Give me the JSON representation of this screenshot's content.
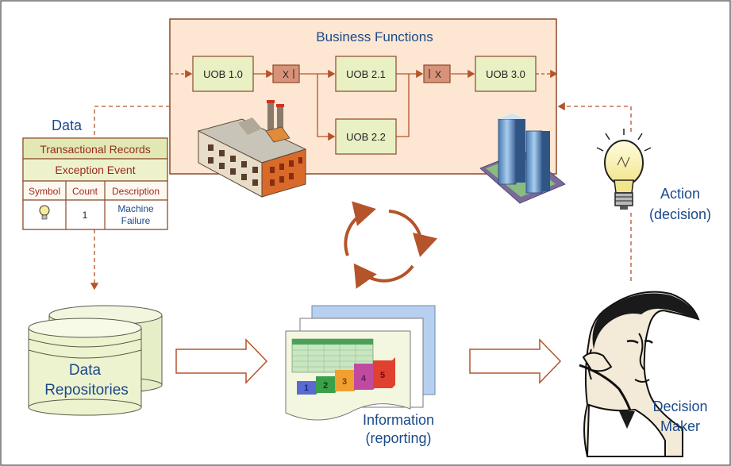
{
  "business_functions": {
    "title": "Business Functions",
    "uob_1_0": "UOB 1.0",
    "uob_2_1": "UOB 2.1",
    "uob_2_2": "UOB 2.2",
    "uob_3_0": "UOB 3.0",
    "gate_1": "X",
    "gate_2": "X"
  },
  "data_label": "Data",
  "records_table": {
    "title": "Transactional Records",
    "subtitle": "Exception Event",
    "headers": [
      "Symbol",
      "Count",
      "Description"
    ],
    "row": {
      "count": "1",
      "description_line1": "Machine",
      "description_line2": "Failure"
    }
  },
  "repositories": {
    "line1": "Data",
    "line2": "Repositories"
  },
  "information": {
    "line1": "Information",
    "line2": "(reporting)"
  },
  "action": {
    "line1": "Action",
    "line2": "(decision)"
  },
  "decision_maker": {
    "line1": "Decision",
    "line2": "Maker"
  },
  "report_bars": [
    "1",
    "2",
    "3",
    "4",
    "5"
  ],
  "colors": {
    "panel_fill": "#fde6d2",
    "panel_stroke": "#8a4a2a",
    "uob_fill": "#e8f0c4",
    "gate_fill": "#d9927a",
    "arrow": "#b5532a",
    "title_blue": "#1a4a8a",
    "table_fill": "#eef2cc",
    "table_header_text": "#9a2a22"
  }
}
